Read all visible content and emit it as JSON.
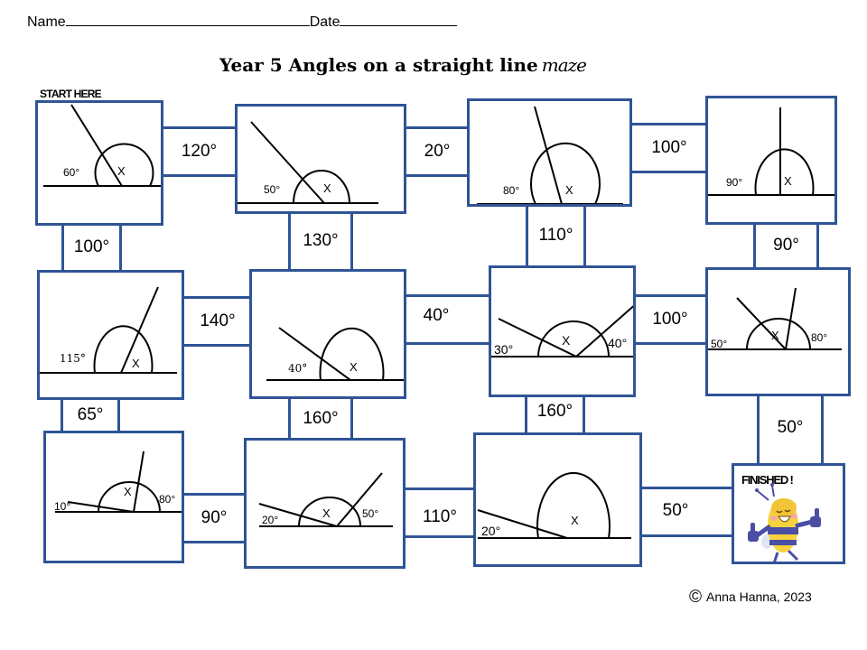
{
  "header": {
    "name_label": "Name",
    "date_label": "Date"
  },
  "title": {
    "main": "Year 5 Angles on a straight line",
    "accent": "maze"
  },
  "start_label": "START HERE",
  "finish_label": "FINISHED !",
  "copyright": {
    "symbol": "©",
    "text": "Anna Hanna, 2023"
  },
  "colors": {
    "border": "#2f5496",
    "bee_yellow": "#f7d23e",
    "bee_blue": "#4a4fa3"
  },
  "boxes": [
    {
      "id": "r1c1",
      "known": [
        "60°"
      ],
      "unknown": "X"
    },
    {
      "id": "r1c2",
      "known": [
        "50°"
      ],
      "unknown": "X"
    },
    {
      "id": "r1c3",
      "known": [
        "80°"
      ],
      "unknown": "X"
    },
    {
      "id": "r1c4",
      "known": [
        "90°"
      ],
      "unknown": "X"
    },
    {
      "id": "r2c1",
      "known": [
        "115°"
      ],
      "unknown": "X"
    },
    {
      "id": "r2c2",
      "known": [
        "40°"
      ],
      "unknown": "X"
    },
    {
      "id": "r2c3",
      "known": [
        "30°",
        "40°"
      ],
      "unknown": "X"
    },
    {
      "id": "r2c4",
      "known": [
        "50°",
        "80°"
      ],
      "unknown": "X"
    },
    {
      "id": "r3c1",
      "known": [
        "10°",
        "80°"
      ],
      "unknown": "X"
    },
    {
      "id": "r3c2",
      "known": [
        "20°",
        "50°"
      ],
      "unknown": "X"
    },
    {
      "id": "r3c3",
      "known": [
        "20°"
      ],
      "unknown": "X"
    }
  ],
  "connectors": {
    "r1_h": [
      "120°",
      "20°",
      "100°"
    ],
    "r1_r2_v": [
      "100°",
      "130°",
      "110°",
      "90°"
    ],
    "r2_h": [
      "140°",
      "40°",
      "100°"
    ],
    "r2_r3_v": [
      "65°",
      "160°",
      "160°",
      "50°"
    ],
    "r3_h": [
      "90°",
      "110°",
      "50°"
    ]
  }
}
